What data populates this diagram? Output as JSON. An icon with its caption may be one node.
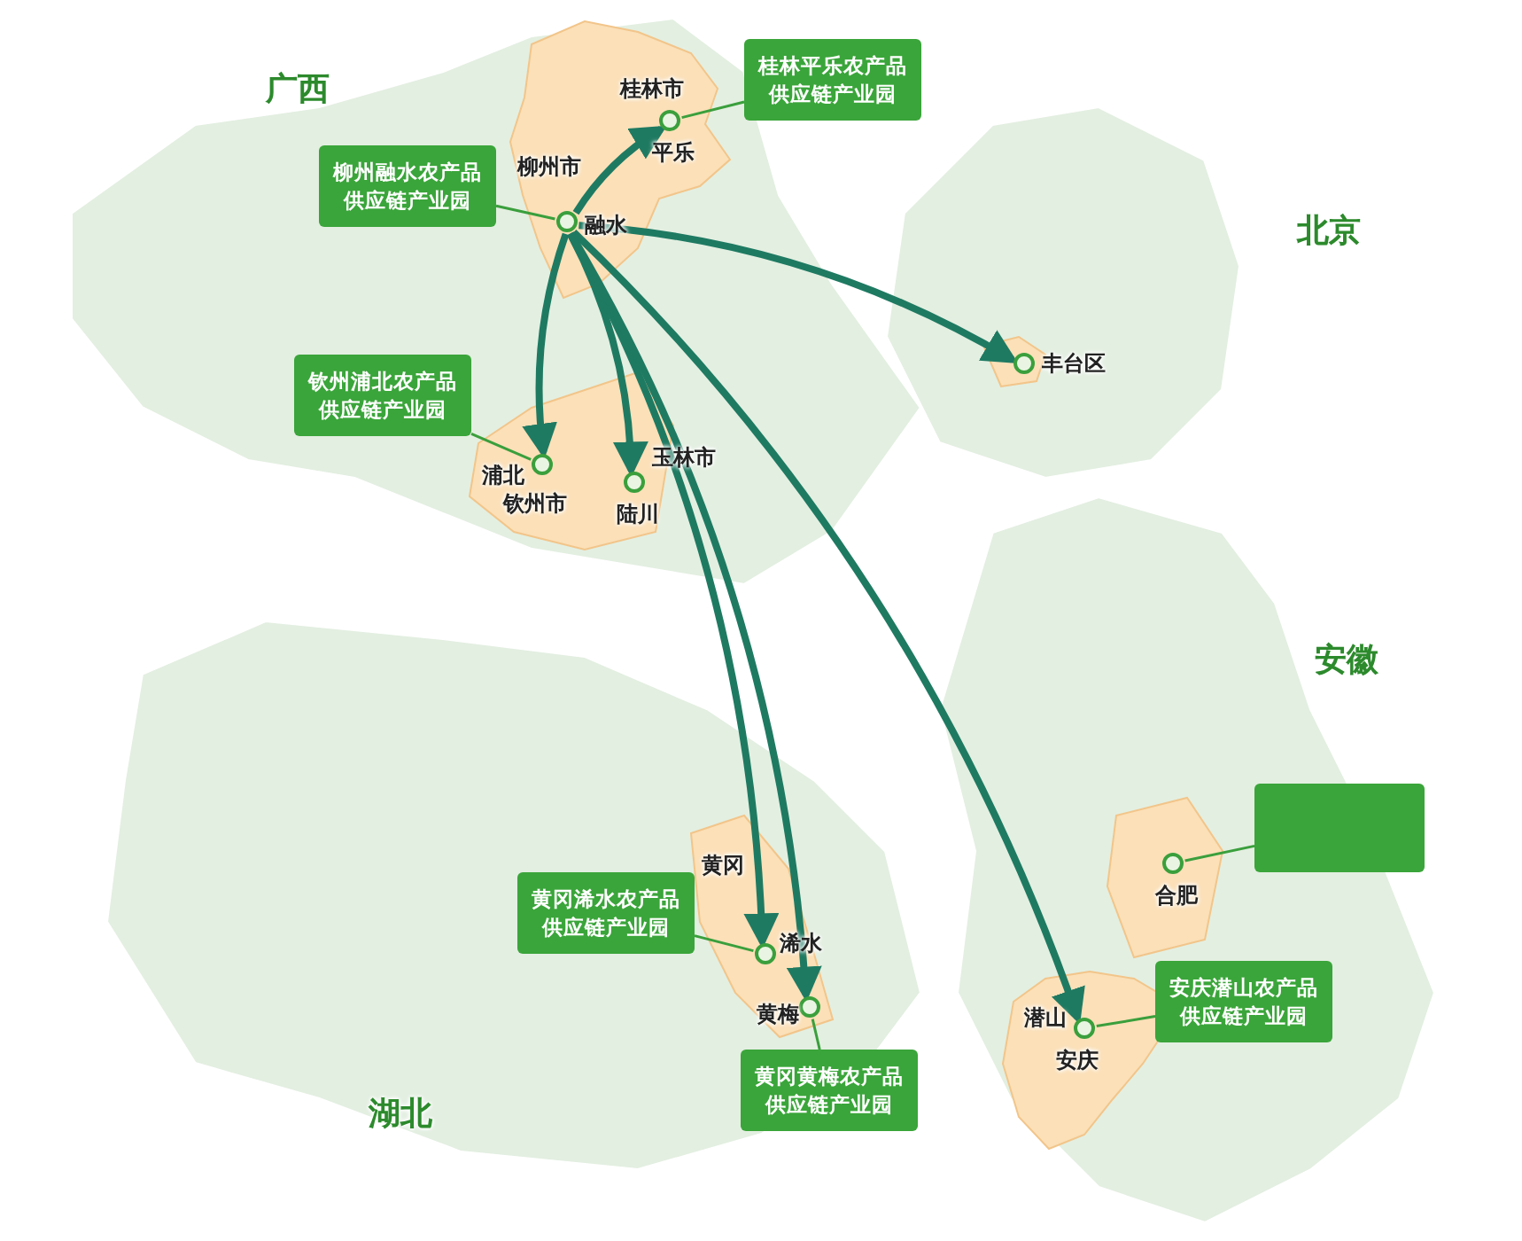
{
  "diagram": {
    "nodes": [
      {
        "text": [],
        "shape": "circle",
        "beside": [
          "平乐"
        ]
      },
      {
        "text": [],
        "shape": "circle",
        "beside": [
          "融水"
        ]
      },
      {
        "text": [],
        "shape": "circle",
        "beside": [
          "丰台区"
        ]
      },
      {
        "text": [],
        "shape": "circle",
        "beside": [
          "浦北"
        ]
      },
      {
        "text": [],
        "shape": "circle",
        "beside": [
          "陆川"
        ]
      },
      {
        "text": [],
        "shape": "circle",
        "beside": [
          "浠水"
        ]
      },
      {
        "text": [],
        "shape": "circle",
        "beside": [
          "黄梅"
        ]
      },
      {
        "text": [],
        "shape": "circle",
        "beside": [
          "潜山",
          "安庆"
        ]
      },
      {
        "text": [],
        "shape": "circle",
        "beside": [
          "合肥"
        ]
      },
      {
        "text": [
          "桂林平乐农产品供应链产业园"
        ]
      },
      {
        "text": [
          "柳州融水农产品供应链产业园"
        ]
      },
      {
        "text": [
          "钦州浦北农产品供应链产业园"
        ]
      },
      {
        "text": [],
        "shape": "box"
      },
      {
        "text": [
          "黄冈浠水农产品供应链产业园"
        ]
      },
      {
        "text": [
          "黄冈黄梅农产品供应链产业园"
        ]
      },
      {
        "text": [
          "安庆潜山农产品供应链产业园"
        ]
      }
    ],
    "edges": [
      {
        "from": 1,
        "to": 0,
        "arrow": "to",
        "style": "thick"
      },
      {
        "from": 1,
        "to": 2,
        "arrow": "to",
        "style": "thick"
      },
      {
        "from": 1,
        "to": 3,
        "arrow": "to",
        "style": "thick"
      },
      {
        "from": 1,
        "to": 4,
        "arrow": "to",
        "style": "thick"
      },
      {
        "from": 1,
        "to": 5,
        "arrow": "to",
        "style": "thick"
      },
      {
        "from": 1,
        "to": 6,
        "arrow": "to",
        "style": "thick"
      },
      {
        "from": 1,
        "to": 7,
        "arrow": "to",
        "style": "thick"
      },
      {
        "from": 9,
        "to": 0,
        "arrow": "none",
        "color": "#3a9f3c"
      },
      {
        "from": 10,
        "to": 1,
        "arrow": "none",
        "color": "#3a9f3c"
      },
      {
        "from": 11,
        "to": 3,
        "arrow": "none",
        "color": "#3a9f3c"
      },
      {
        "from": 12,
        "to": 8,
        "arrow": "none",
        "color": "#3a9f3c"
      },
      {
        "from": 13,
        "to": 5,
        "arrow": "none",
        "color": "#3a9f3c"
      },
      {
        "from": 14,
        "to": 6,
        "arrow": "none",
        "color": "#3a9f3c"
      },
      {
        "from": 15,
        "to": 7,
        "arrow": "none",
        "color": "#3a9f3c"
      }
    ],
    "labels": [
      "广西",
      "桂林市",
      "柳州市",
      "北京",
      "玉林市",
      "钦州市",
      "安徽",
      "黄冈",
      "湖北"
    ]
  }
}
